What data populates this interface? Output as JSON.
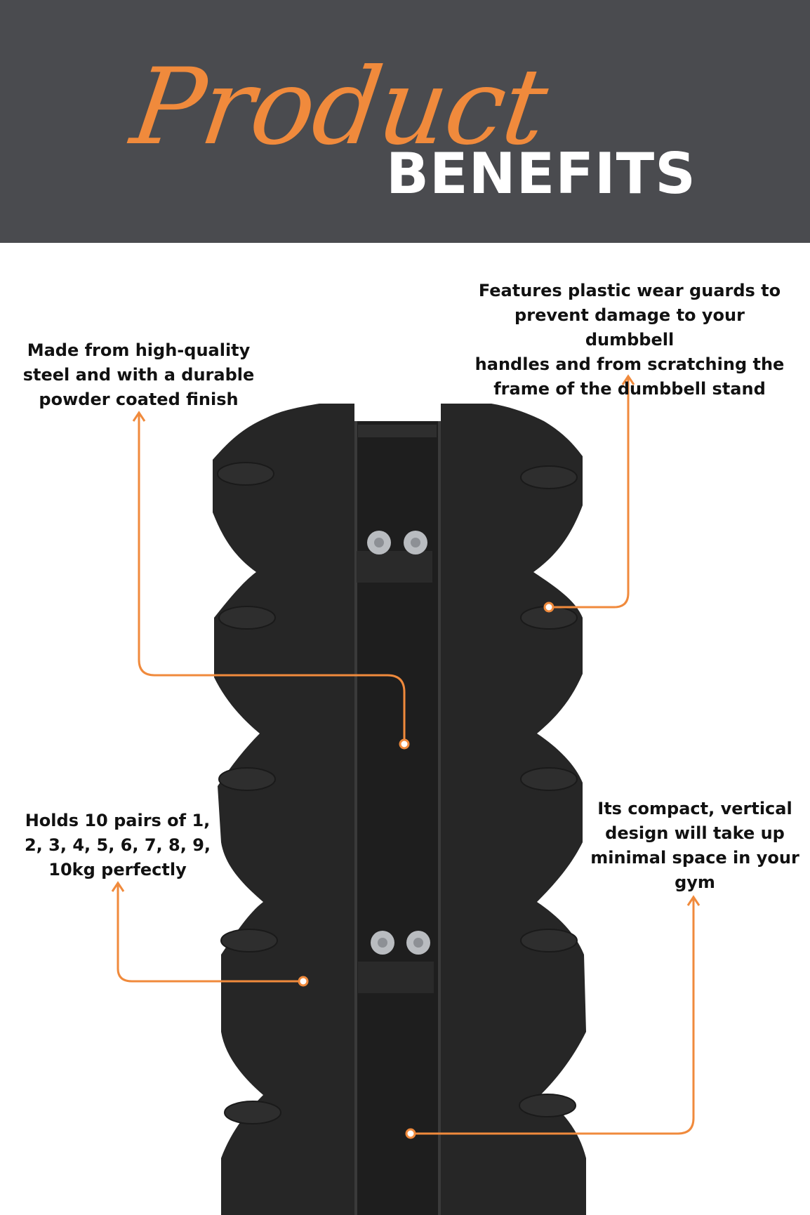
{
  "header": {
    "script_word": "Product",
    "bold_word": "BENEFITS"
  },
  "colors": {
    "header_bg": "#4a4b4f",
    "accent": "#f08a3c",
    "rack": "#262626"
  },
  "callouts": [
    {
      "id": "steel",
      "lines": [
        "Made from high-quality",
        "steel and with a durable",
        "powder coated finish"
      ]
    },
    {
      "id": "guards",
      "lines": [
        "Features plastic wear guards to",
        "prevent damage to your dumbbell",
        "handles and from scratching the",
        "frame of the dumbbell stand"
      ]
    },
    {
      "id": "capacity",
      "lines": [
        "Holds 10 pairs of 1,",
        "2, 3, 4, 5, 6, 7, 8, 9,",
        "10kg perfectly"
      ]
    },
    {
      "id": "compact",
      "lines": [
        "Its compact, vertical",
        "design will take up",
        "minimal space in your",
        "gym"
      ]
    }
  ]
}
